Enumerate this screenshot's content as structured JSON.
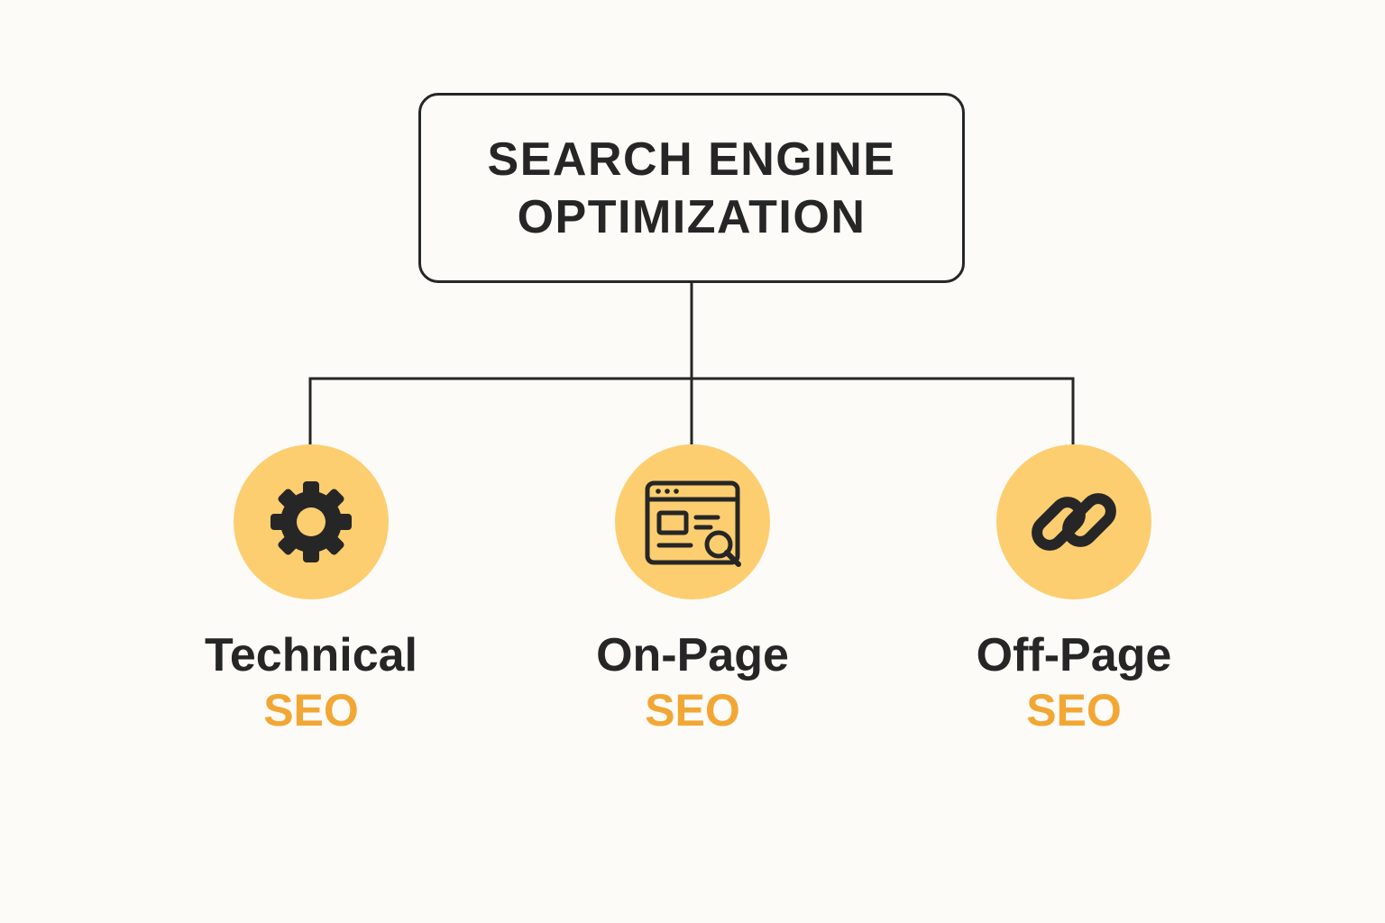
{
  "diagram": {
    "root": {
      "title": "SEARCH ENGINE\nOPTIMIZATION"
    },
    "branches": [
      {
        "title": "Technical",
        "subtitle": "SEO",
        "icon": "gear-icon"
      },
      {
        "title": "On-Page",
        "subtitle": "SEO",
        "icon": "webpage-search-icon"
      },
      {
        "title": "Off-Page",
        "subtitle": "SEO",
        "icon": "link-icon"
      }
    ]
  },
  "colors": {
    "background": "#fcfbf7",
    "text": "#262626",
    "accent": "#f2a735",
    "circle": "#fcce70",
    "line": "#262626"
  }
}
